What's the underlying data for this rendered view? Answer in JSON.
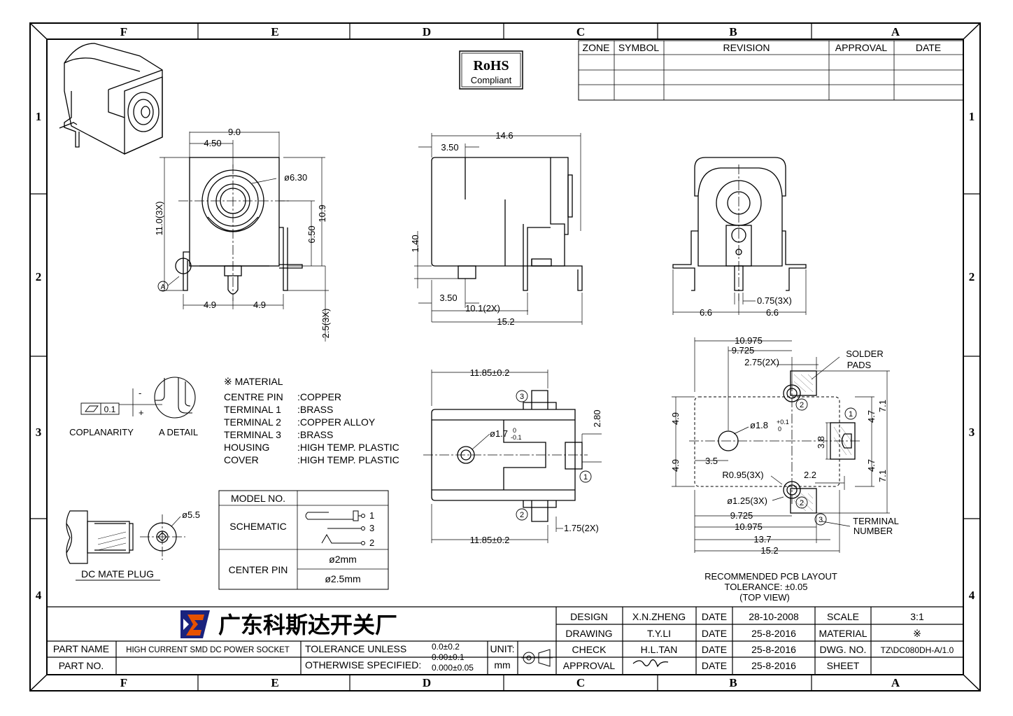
{
  "zones": {
    "columns": [
      "F",
      "E",
      "D",
      "C",
      "B",
      "A"
    ],
    "rows": [
      "1",
      "2",
      "3",
      "4"
    ]
  },
  "rohs": {
    "line1": "RoHS",
    "line2": "Compliant"
  },
  "revision_table": {
    "headers": [
      "ZONE",
      "SYMBOL",
      "REVISION",
      "APPROVAL",
      "DATE"
    ]
  },
  "front_view": {
    "dim_width_total": "9.0",
    "dim_width_half": "4.50",
    "dim_hole_dia": "ø6.30",
    "dim_height_left": "11.0(3X)",
    "dim_height_right": "10.9",
    "dim_center_height": "6.50",
    "dim_pin_left": "4.9",
    "dim_pin_right": "4.9",
    "dim_pin_len": "2.5(3X)",
    "detail_marker": "A"
  },
  "side_view": {
    "dim_length": "14.6",
    "dim_front": "3.50",
    "dim_pin_offset": "1.40",
    "dim_bottom_front": "3.50",
    "dim_pin_span": "10.1(2X)",
    "dim_total": "15.2"
  },
  "rear_view": {
    "dim_left": "6.6",
    "dim_right": "6.6",
    "dim_pin_w": "0.75(3X)"
  },
  "coplanarity": {
    "value": "0.1",
    "label": "COPLANARITY",
    "detail": "A  DETAIL",
    "minus": "-",
    "plus": "+"
  },
  "material": {
    "title": "※ MATERIAL",
    "rows": [
      {
        "part": "CENTRE PIN",
        "mat": ":COPPER"
      },
      {
        "part": "TERMINAL 1",
        "mat": ":BRASS"
      },
      {
        "part": "TERMINAL 2",
        "mat": ":COPPER  ALLOY"
      },
      {
        "part": "TERMINAL 3",
        "mat": ":BRASS"
      },
      {
        "part": "HOUSING",
        "mat": ":HIGH  TEMP.  PLASTIC"
      },
      {
        "part": "COVER",
        "mat": ":HIGH  TEMP.  PLASTIC"
      }
    ]
  },
  "bottom_view": {
    "dim_top": "11.85±0.2",
    "dim_bottom": "11.85±0.2",
    "dim_hole": "ø1.7",
    "dim_hole_tol_up": "0",
    "dim_hole_tol_dn": "-0.1",
    "dim_right": "2.80",
    "dim_pin": "1.75(2X)",
    "terminal_3": "3",
    "terminal_2": "2",
    "terminal_1": "1"
  },
  "pcb": {
    "dim_10975_top": "10.975",
    "dim_9725_top": "9.725",
    "dim_275": "2.75(2X)",
    "solder_pads_1": "SOLDER",
    "solder_pads_2": "PADS",
    "dim_49_top": "4.9",
    "dim_49_bot": "4.9",
    "dim_hole": "ø1.8",
    "dim_hole_up": "+0.1",
    "dim_hole_dn": "0",
    "dim_38": "3.8",
    "dim_35": "3.5",
    "dim_47_top": "4.7",
    "dim_47_bot": "4.7",
    "dim_71_top": "7.1",
    "dim_71_bot": "7.1",
    "dim_r095": "R0.95(3X)",
    "dim_22": "2.2",
    "dim_125": "ø1.25(3X)",
    "dim_9725_bot": "9.725",
    "dim_10975_bot": "10.975",
    "dim_137": "13.7",
    "dim_152": "15.2",
    "terminal_1": "TERMINAL",
    "terminal_2": "NUMBER",
    "mark_1": "1",
    "mark_2a": "2",
    "mark_2b": "2",
    "mark_3": "3",
    "caption_1": "RECOMMENDED PCB LAYOUT",
    "caption_2": "TOLERANCE: ±0.05",
    "caption_3": "(TOP  VIEW)"
  },
  "model_table": {
    "model_no": "MODEL NO.",
    "schematic": "SCHEMATIC",
    "center_pin": "CENTER  PIN",
    "pin_a": "ø2mm",
    "pin_b": "ø2.5mm",
    "pin1": "1",
    "pin2": "2",
    "pin3": "3"
  },
  "mate_plug": {
    "label": "DC  MATE  PLUG",
    "dia": "ø5.5"
  },
  "title_block": {
    "company": "广东科斯达开关厂",
    "part_name_label": "PART NAME",
    "part_name_value": "HIGH CURRENT SMD DC POWER SOCKET",
    "part_no_label": "PART  NO.",
    "tol_1": "TOLERANCE  UNLESS",
    "tol_2": "OTHERWISE  SPECIFIED:",
    "tol_v1": "0.0±0.2",
    "tol_v2": "0.00±0.1",
    "tol_v3": "0.000±0.05",
    "unit_label": "UNIT:",
    "unit_value": "mm",
    "rows": [
      {
        "role": "DESIGN",
        "name": "X.N.ZHENG",
        "date_label": "DATE",
        "date": "28-10-2008",
        "k": "SCALE",
        "v": "3:1"
      },
      {
        "role": "DRAWING",
        "name": "T.Y.LI",
        "date_label": "DATE",
        "date": "25-8-2016",
        "k": "MATERIAL",
        "v": "※"
      },
      {
        "role": "CHECK",
        "name": "H.L.TAN",
        "date_label": "DATE",
        "date": "25-8-2016",
        "k": "DWG. NO.",
        "v": "TZ\\DC080DH-A/1.0"
      },
      {
        "role": "APPROVAL",
        "name": "",
        "date_label": "DATE",
        "date": "25-8-2016",
        "k": "SHEET",
        "v": ""
      }
    ]
  }
}
